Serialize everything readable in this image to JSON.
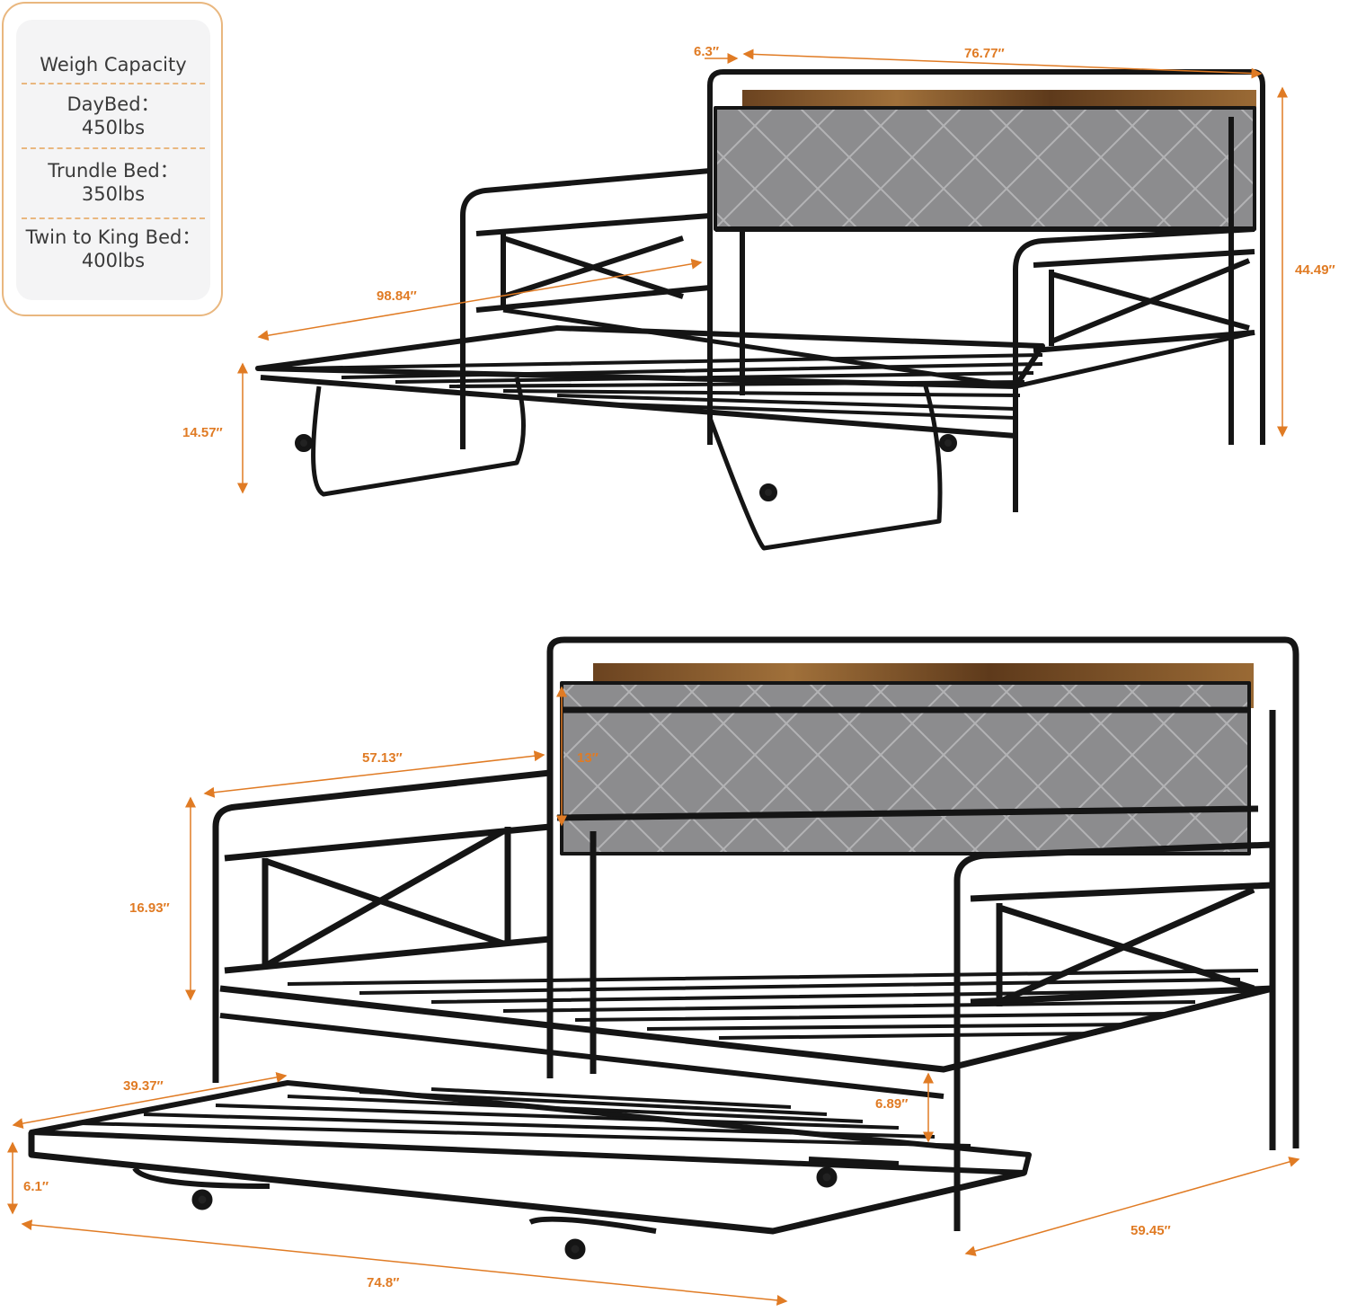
{
  "capacity": {
    "title": "Weigh Capacity",
    "items": [
      {
        "label": "DayBed：",
        "value": "450lbs"
      },
      {
        "label": "Trundle Bed：",
        "value": "350lbs"
      },
      {
        "label": "Twin to King Bed：",
        "value": "400lbs"
      }
    ]
  },
  "top_view": {
    "dims": {
      "armrest_depth": "6.3″",
      "length": "76.77″",
      "height": "44.49″",
      "extended_width": "98.84″",
      "pop_up_height": "14.57″"
    }
  },
  "bottom_view": {
    "dims": {
      "headboard_height": "13″",
      "arm_width": "57.13″",
      "arm_height": "16.93″",
      "trundle_width": "39.37″",
      "clearance": "6.89″",
      "trundle_height": "6.1″",
      "trundle_length": "74.8″",
      "depth": "59.45″"
    }
  },
  "colors": {
    "accent": "#e07b24",
    "frame": "#1a1a1a",
    "upholstery": "#8a8a8c",
    "wood": "#8a5a2b"
  }
}
